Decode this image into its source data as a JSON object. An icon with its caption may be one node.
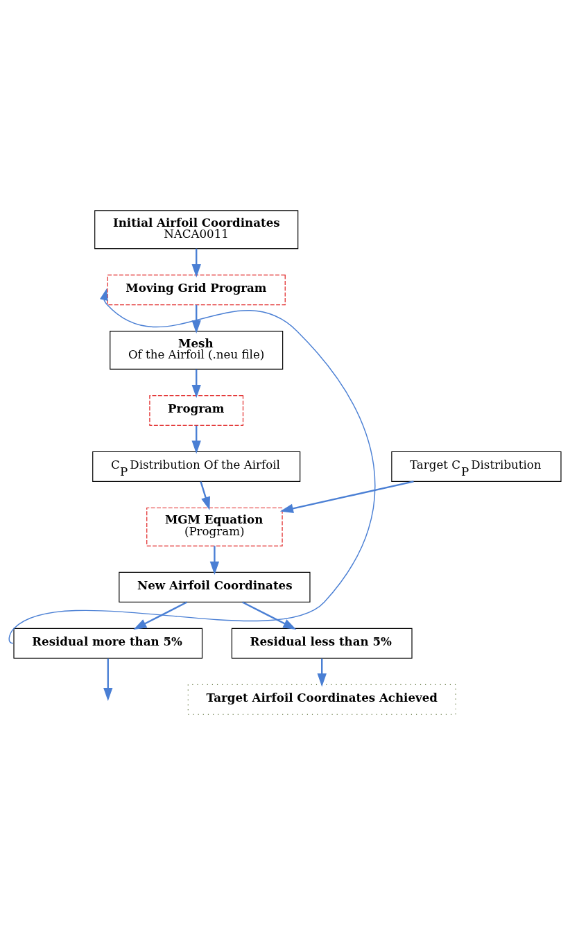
{
  "diagram": {
    "nodes": [
      {
        "text": [
          "Initial Airfoil Coordinates",
          "NACA0011"
        ]
      },
      {
        "text": [
          "Moving Grid Program"
        ]
      },
      {
        "text": [
          "Mesh",
          "Of the Airfoil (.neu file)"
        ]
      },
      {
        "text": [
          "Program"
        ]
      },
      {
        "text": [
          "C$_{P}$ Distribution Of the Airfoil"
        ]
      },
      {
        "text": [
          "Target C$_{P}$ Distribution"
        ]
      },
      {
        "text": [
          "MGM Equation",
          "(Program)"
        ]
      },
      {
        "text": [
          "New Airfoil Coordinates"
        ]
      },
      {
        "text": [
          "Residual more than 5%"
        ]
      },
      {
        "text": [
          "Residual less than 5%"
        ]
      },
      {
        "text": [
          "Target Airfoil Coordinates Achieved"
        ]
      }
    ],
    "edges": [
      {
        "from": 0,
        "to": 1,
        "arrow": "to"
      },
      {
        "from": 1,
        "to": 2,
        "arrow": "to"
      },
      {
        "from": 2,
        "to": 3,
        "arrow": "to"
      },
      {
        "from": 3,
        "to": 4,
        "arrow": "to"
      },
      {
        "from": 4,
        "to": 6,
        "arrow": "to"
      },
      {
        "from": 5,
        "to": 6,
        "arrow": "to"
      },
      {
        "from": 6,
        "to": 7,
        "arrow": "to"
      },
      {
        "from": 7,
        "to": 8,
        "arrow": "to"
      },
      {
        "from": 7,
        "to": 9,
        "arrow": "to"
      },
      {
        "from": 8,
        "to": null,
        "arrow": "to"
      },
      {
        "from": 8,
        "to": 1,
        "arrow": "to"
      },
      {
        "from": 9,
        "to": 10,
        "arrow": "to"
      }
    ]
  }
}
